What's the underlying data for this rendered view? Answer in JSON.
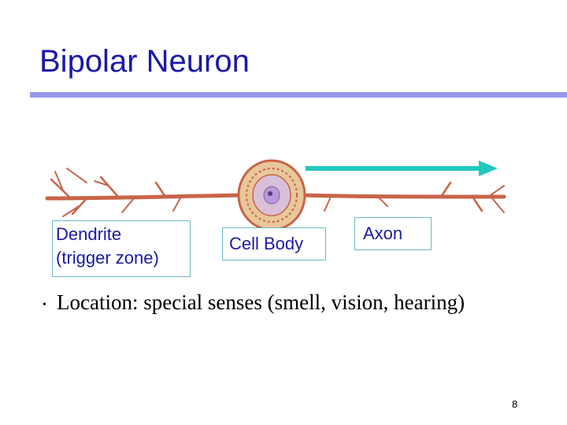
{
  "slide": {
    "title": "Bipolar Neuron",
    "labels": {
      "dendrite": "Dendrite\n(trigger zone)",
      "cell_body": "Cell Body",
      "axon": "Axon"
    },
    "bullet": "Location: special senses (smell, vision, hearing)",
    "page_number": "8"
  },
  "colors": {
    "title": "#1a1aa6",
    "rule": "#9999ee",
    "label_border": "#6fb6c6",
    "neuron": "#c8644a",
    "arrow": "#22c7c0"
  }
}
